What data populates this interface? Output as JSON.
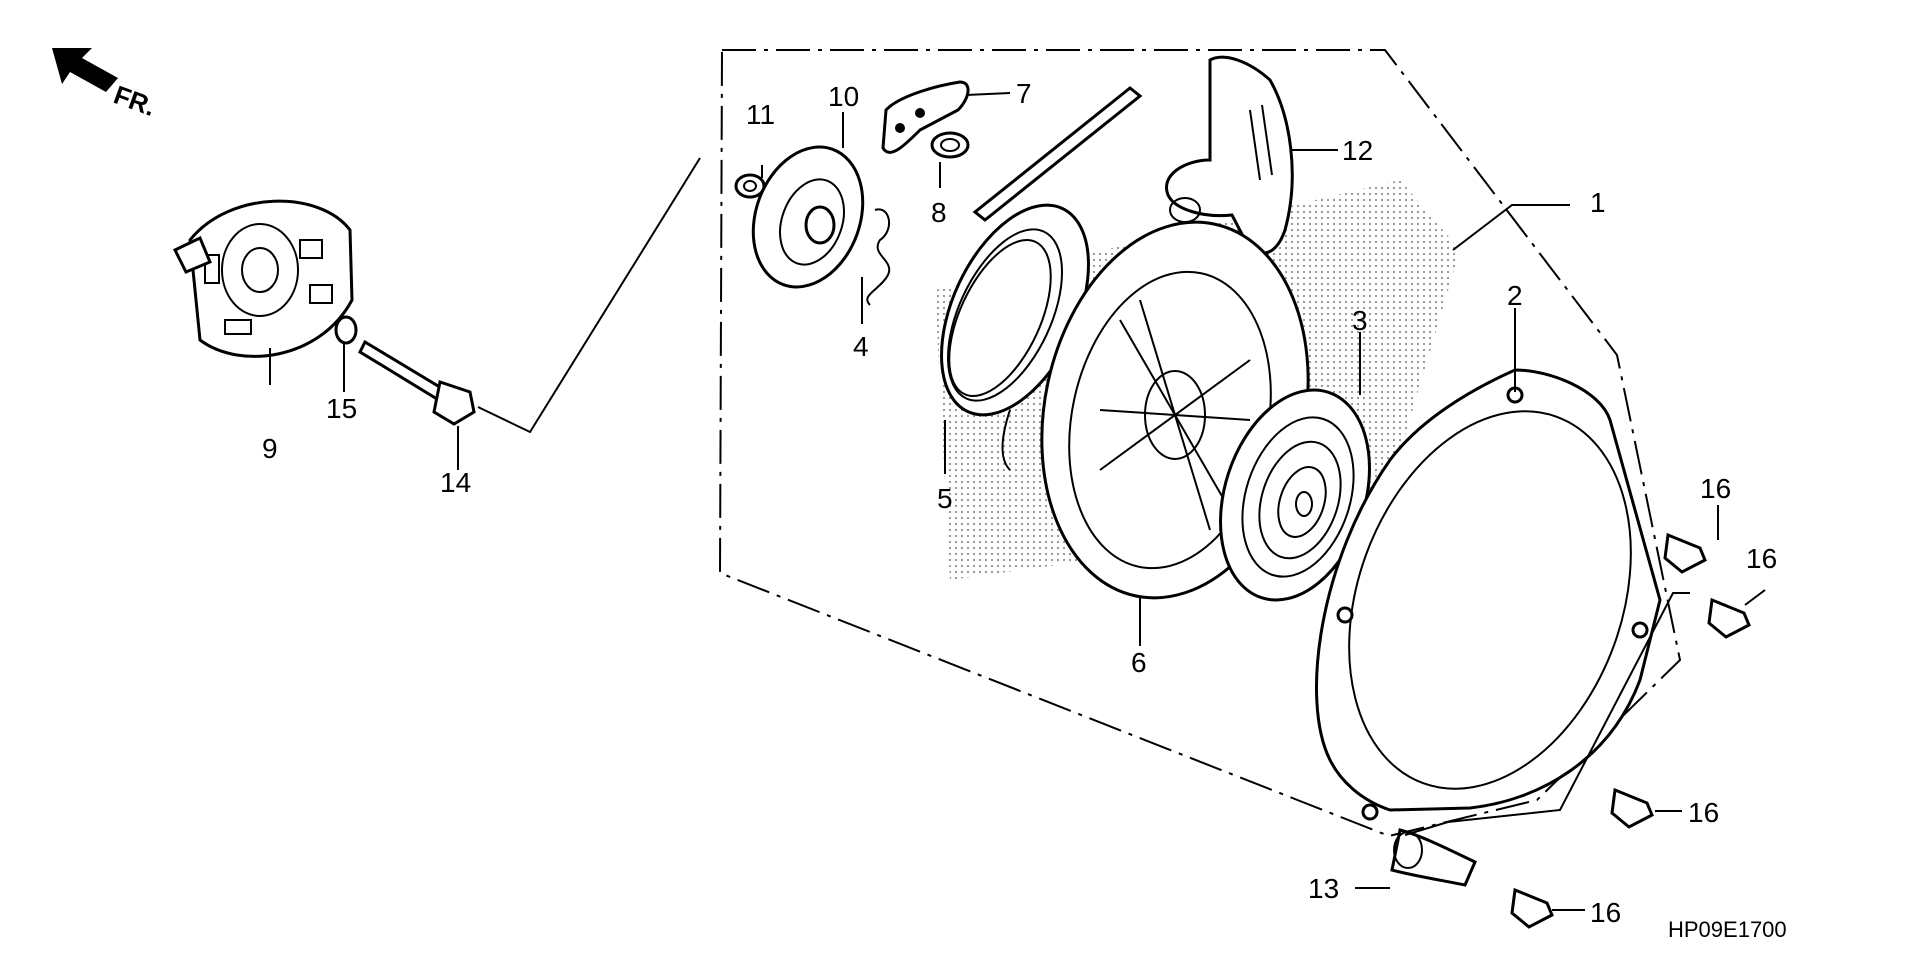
{
  "diagram": {
    "code": "HP09E1700",
    "direction_label": "FR.",
    "callouts": [
      "1",
      "2",
      "3",
      "4",
      "5",
      "6",
      "7",
      "8",
      "9",
      "10",
      "11",
      "12",
      "13",
      "14",
      "15",
      "16"
    ]
  }
}
